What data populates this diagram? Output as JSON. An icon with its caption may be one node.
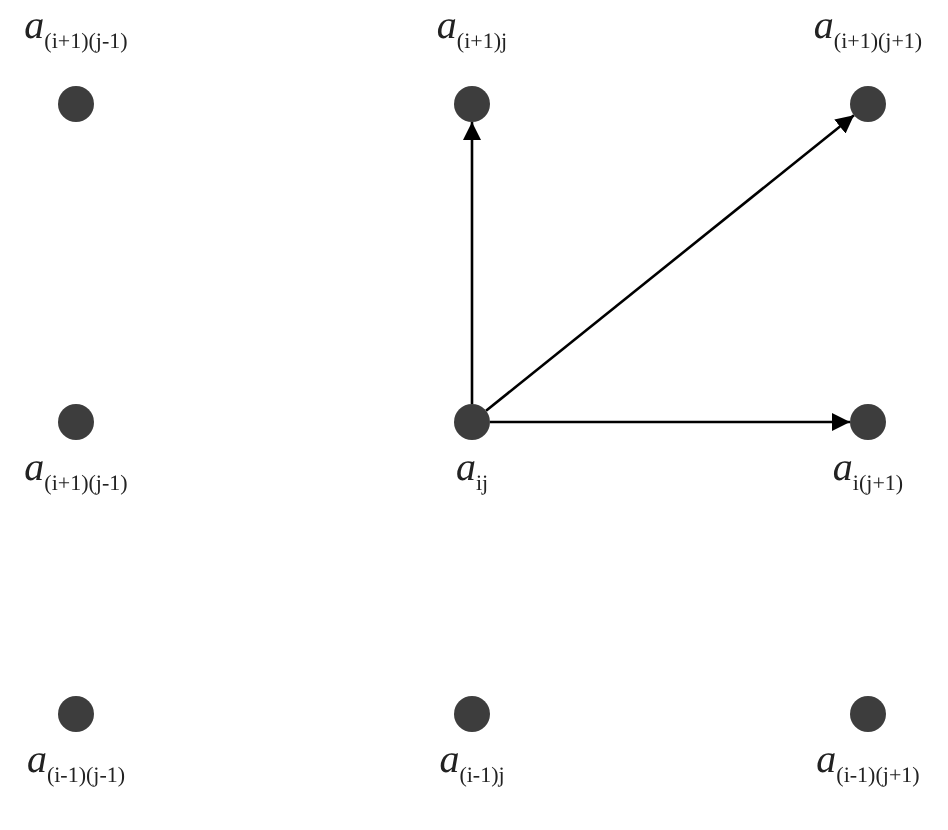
{
  "diagram": {
    "nodes": [
      {
        "text": [
          "*a*$_{(i+1)(j-1)}$"
        ]
      },
      {
        "text": [
          "*a*$_{(i+1)j}$"
        ]
      },
      {
        "text": [
          "*a*$_{(i+1)(j+1)}$"
        ]
      },
      {
        "text": [
          "*a*$_{(i+1)(j-1)}$"
        ]
      },
      {
        "text": [
          "*a*$_{ij}$"
        ]
      },
      {
        "text": [
          "*a*$_{i(j+1)}$"
        ]
      },
      {
        "text": [
          "*a*$_{(i-1)(j-1)}$"
        ]
      },
      {
        "text": [
          "*a*$_{(i-1)j}$"
        ]
      },
      {
        "text": [
          "*a*$_{(i-1)(j+1)}$"
        ]
      }
    ],
    "edges": [
      {
        "from": 4,
        "to": 1,
        "arrow": "to"
      },
      {
        "from": 4,
        "to": 2,
        "arrow": "to"
      },
      {
        "from": 4,
        "to": 5,
        "arrow": "to"
      }
    ]
  }
}
